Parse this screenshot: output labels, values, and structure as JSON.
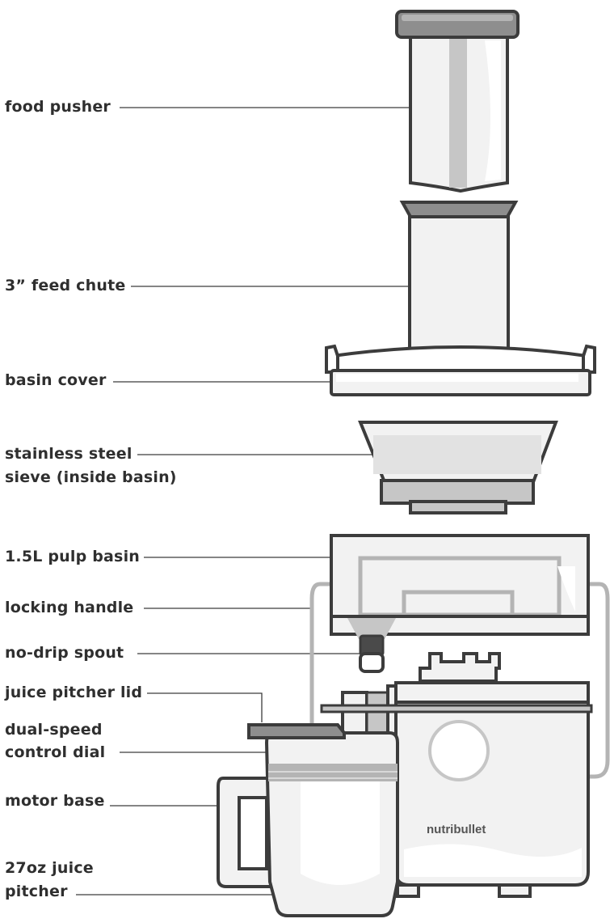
{
  "labels": {
    "food_pusher": "food pusher",
    "feed_chute": "3” feed chute",
    "basin_cover": "basin cover",
    "sieve_line1": "stainless steel",
    "sieve_line2": "sieve (inside basin)",
    "pulp_basin": "1.5L pulp basin",
    "locking_handle": "locking handle",
    "spout": "no-drip spout",
    "pitcher_lid": "juice pitcher lid",
    "dial_line1": "dual-speed",
    "dial_line2": "control dial",
    "motor_base": "motor base",
    "pitcher_line1": "27oz juice",
    "pitcher_line2": "pitcher"
  },
  "brand": "nutribullet",
  "colors": {
    "outline": "#3c3c3c",
    "fill_light": "#f2f2f2",
    "fill_mid": "#c6c6c6",
    "fill_dark": "#8e8e8e",
    "leader": "#3c3c3c"
  }
}
